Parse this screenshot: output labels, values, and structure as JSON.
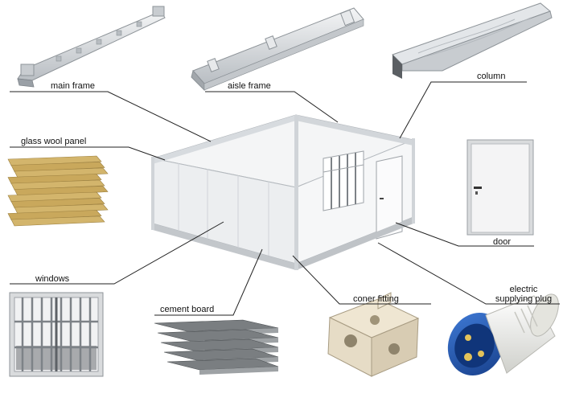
{
  "labels": {
    "main_frame": "main frame",
    "aisle_frame": "aisle frame",
    "column": "column",
    "glass_wool_panel": "glass wool panel",
    "door": "door",
    "windows": "windows",
    "cement_board": "cement board",
    "coner_fitting": "coner fitting",
    "electric_line1": "electric",
    "electric_line2": "supplying plug"
  },
  "colors": {
    "container": "#eef0f2",
    "frame": "#d9dde1",
    "wool": "#c9a85c",
    "cement": "#55595c",
    "corner_fitting": "#e6dcc6",
    "plug_body": "#1f56b3",
    "plug_sleeve": "#f2f2ee",
    "leader_line": "#222222"
  }
}
